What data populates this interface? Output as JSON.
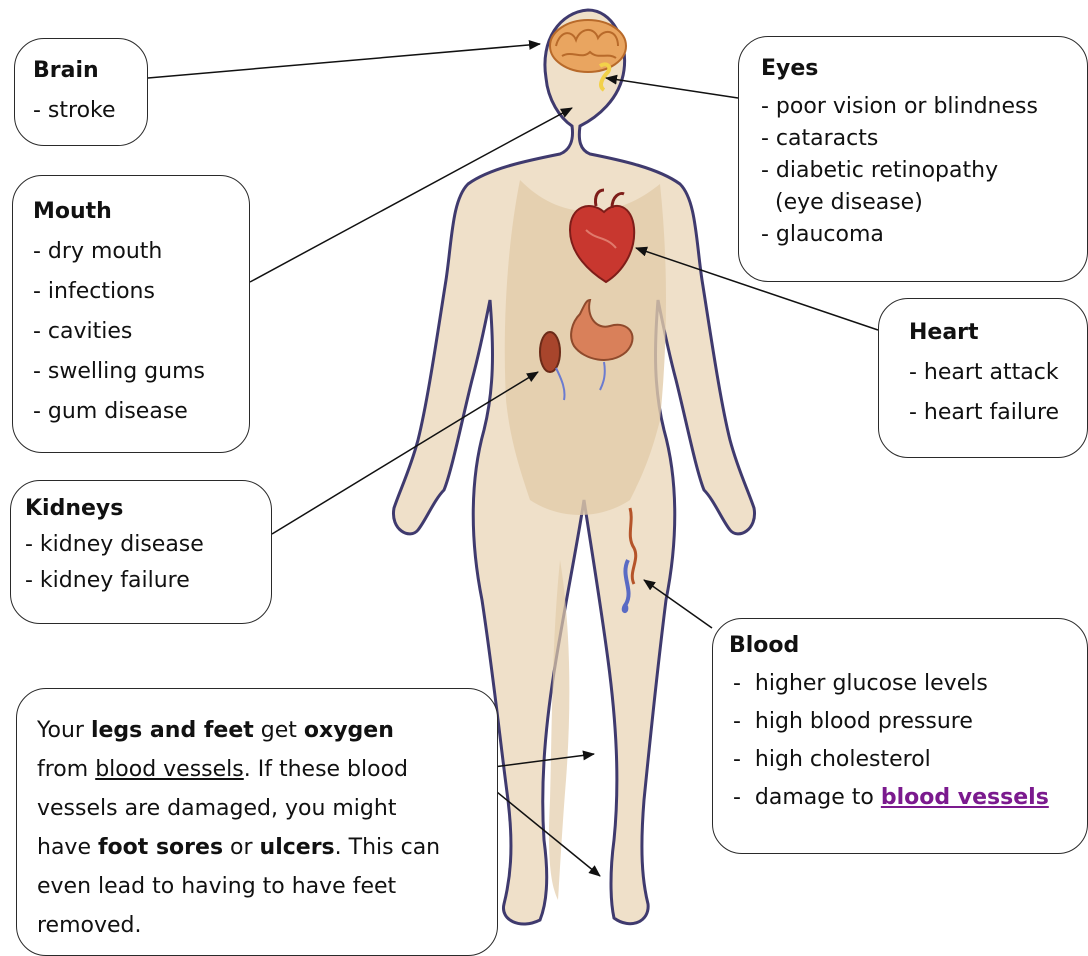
{
  "brain": {
    "title": "Brain",
    "items": [
      "- stroke"
    ]
  },
  "mouth": {
    "title": "Mouth",
    "items": [
      "- dry mouth",
      "- infections",
      "- cavities",
      "- swelling gums",
      "- gum disease"
    ]
  },
  "kidneys": {
    "title": "Kidneys",
    "items": [
      "- kidney disease",
      "- kidney failure"
    ]
  },
  "eyes": {
    "title": "Eyes",
    "items": [
      "- poor vision or blindness",
      "- cataracts",
      "- diabetic retinopathy",
      "  (eye disease)",
      "- glaucoma"
    ]
  },
  "heart": {
    "title": "Heart",
    "items": [
      "- heart attack",
      "- heart failure"
    ]
  },
  "blood": {
    "title": "Blood",
    "items": [
      "-  higher glucose levels",
      "-  high blood pressure",
      "-  high cholesterol"
    ],
    "last_prefix": "-  damage to ",
    "last_link": "blood vessels"
  },
  "legs": {
    "t1": "Your ",
    "b1": "legs and feet",
    "t2": " get ",
    "b2": "oxygen",
    "t3": "from ",
    "u1": "blood vessels",
    "t4": ". If these blood",
    "t5": "vessels are damaged, you might",
    "t6": "have ",
    "b3": "foot sores",
    "t7": " or ",
    "b4": "ulcers",
    "t8": ". This can",
    "t9": "even lead to having to have feet",
    "t10": "removed."
  },
  "colors": {
    "skin": "#efe0c9",
    "skin_shade": "#e2ccaa",
    "outline": "#3f3a6e",
    "heart": "#c8372f",
    "organ": "#d9805a",
    "vein": "#5a6bc4",
    "link": "#7b1a8e"
  }
}
